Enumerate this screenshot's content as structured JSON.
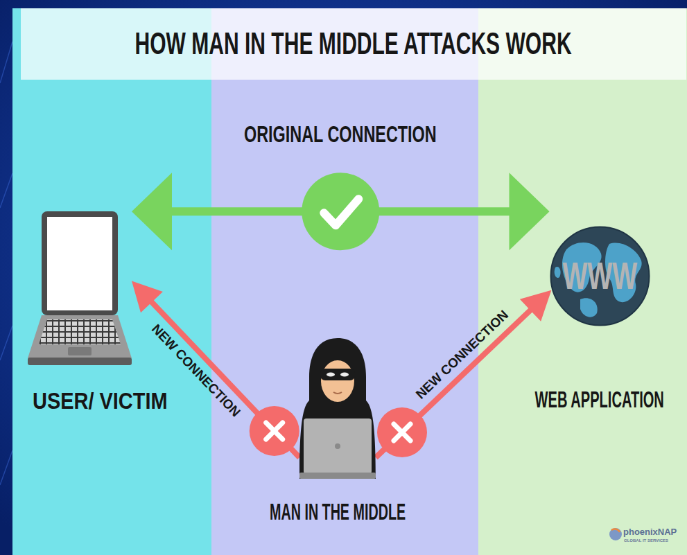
{
  "diagram": {
    "title": "HOW MAN IN THE MIDDLE ATTACKS WORK",
    "nodes": [
      {
        "text": [
          "USER/ VICTIM"
        ]
      },
      {
        "text": [
          "WWW",
          "WEB APPLICATION"
        ]
      },
      {
        "text": [
          "MAN IN THE MIDDLE"
        ]
      }
    ],
    "edges": [
      {
        "from": 0,
        "to": 1,
        "arrow": "both",
        "label": "ORIGINAL CONNECTION"
      },
      {
        "from": 2,
        "to": 0,
        "arrow": "to",
        "label": "NEW CONNECTION"
      },
      {
        "from": 2,
        "to": 1,
        "arrow": "to",
        "label": "NEW CONNECTION"
      }
    ],
    "labels": [
      "phoenixNAP",
      "GLOBAL IT SERVICES"
    ]
  }
}
